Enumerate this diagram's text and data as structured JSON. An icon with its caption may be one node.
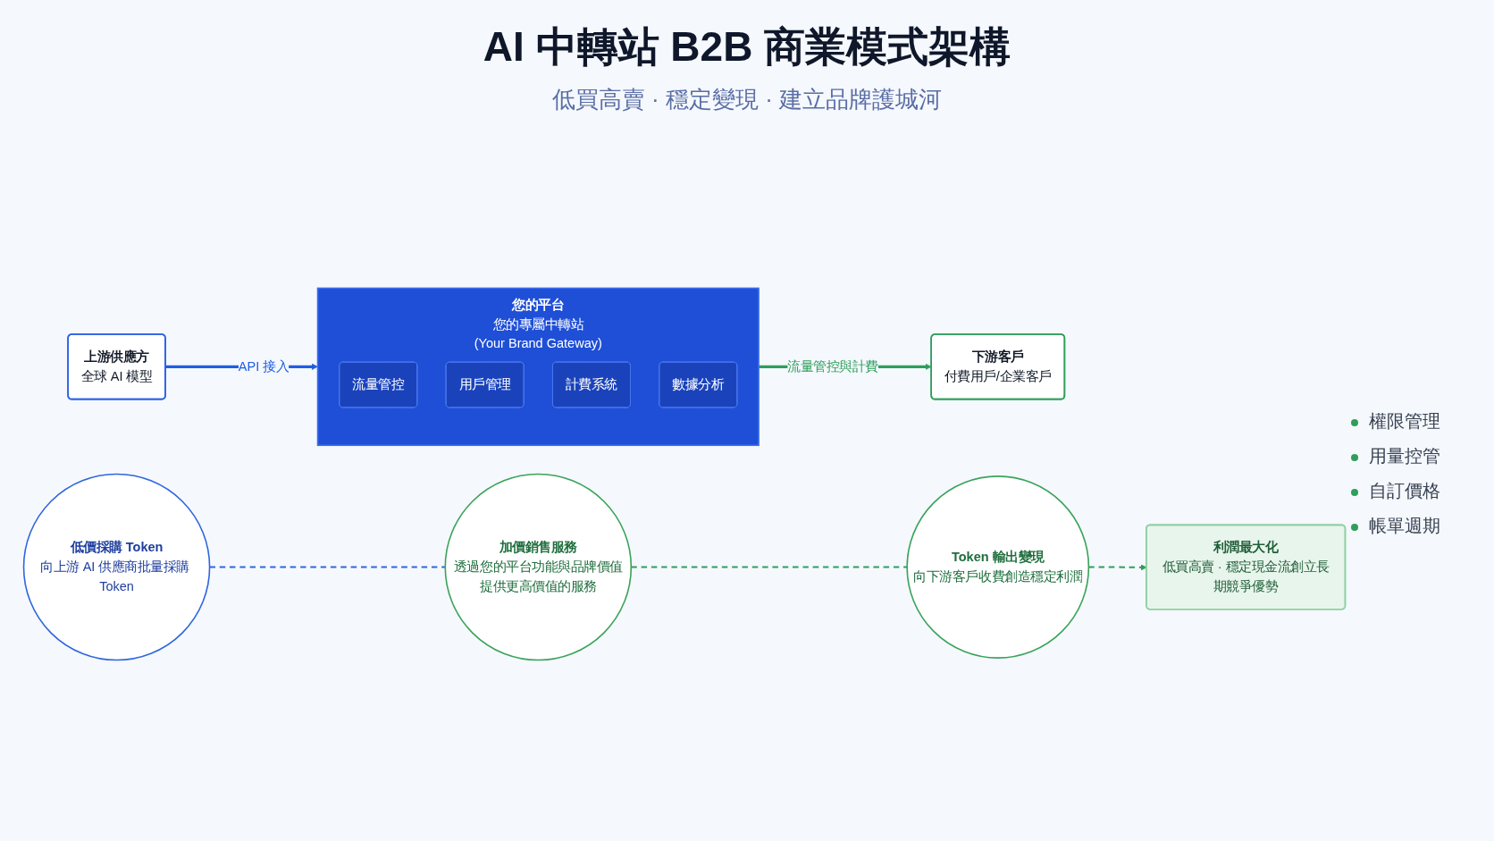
{
  "diagram": {
    "title": "AI 中轉站 B2B 商業模式架構",
    "nodes": [
      {
        "text": [
          "上游供應方",
          "全球 AI 模型"
        ]
      },
      {
        "text": [
          "您的平台",
          "您的專屬中轉站",
          "(Your Brand Gateway)"
        ]
      },
      {
        "text": [
          "流量管控"
        ],
        "in": 1
      },
      {
        "text": [
          "用戶管理"
        ],
        "in": 1
      },
      {
        "text": [
          "計費系統"
        ],
        "in": 1
      },
      {
        "text": [
          "數據分析"
        ],
        "in": 1
      },
      {
        "text": [
          "下游客戶",
          "付費用戶/企業客戶"
        ]
      },
      {
        "text": [
          "低價採購 Token",
          "向上游 AI 供應商批量採購 Token"
        ]
      },
      {
        "text": [
          "加價銷售服務",
          "透過您的平台功能與品牌價值提供更高價值的服務"
        ]
      },
      {
        "text": [
          "Token 輸出變現",
          "向下游客戶收費創造穩定利潤"
        ]
      },
      {
        "text": [
          "利潤最大化",
          "低買高賣 · 穩定現金流創立長期競爭優勢"
        ]
      }
    ],
    "edges": [
      {
        "from": 0,
        "to": 1,
        "arrow": "to",
        "label": "API 接入",
        "color": "#1f5fe0"
      },
      {
        "from": 1,
        "to": 6,
        "arrow": "to",
        "label": "流量管控與計費"
      },
      {
        "from": 7,
        "to": 8,
        "arrow": "none",
        "style": "dashed",
        "color": "#2f66e0"
      },
      {
        "from": 8,
        "to": 9,
        "arrow": "none",
        "style": "dashed"
      },
      {
        "from": 9,
        "to": 10,
        "arrow": "to",
        "style": "dashed"
      }
    ],
    "labels": [
      "低買高賣 · 穩定變現 · 建立品牌護城河",
      "權限管理",
      "用量控管",
      "自訂價格",
      "帳單週期"
    ]
  }
}
